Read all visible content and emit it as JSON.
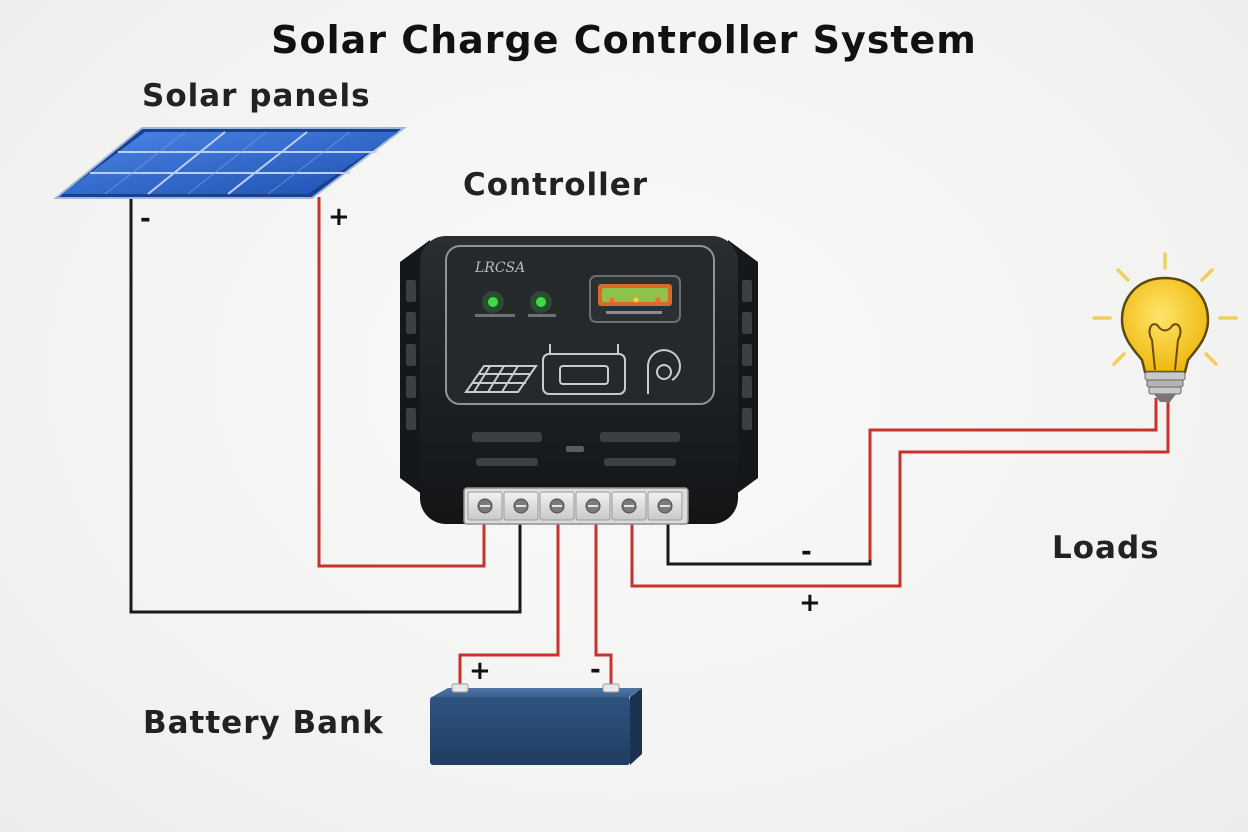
{
  "title": "Solar Charge Controller System",
  "labels": {
    "solar_panels": "Solar panels",
    "controller": "Controller",
    "loads": "Loads",
    "battery_bank": "Battery Bank"
  },
  "signs": {
    "panel_negative": "-",
    "panel_positive": "+",
    "load_negative": "-",
    "load_positive": "+",
    "battery_positive": "+",
    "battery_negative": "-"
  },
  "controller": {
    "brand": "LRCSA"
  },
  "colors": {
    "positive_wire": "#c8322c",
    "negative_wire": "#1a1a1a",
    "panel_blue": "#2e62c9",
    "battery_blue": "#2d4f7a",
    "controller_body": "#1d2022",
    "led_green": "#3fdc3f",
    "bulb_yellow": "#f4c21a"
  },
  "icons": [
    "solar-panel-icon",
    "battery-icon",
    "light-bulb-icon"
  ]
}
